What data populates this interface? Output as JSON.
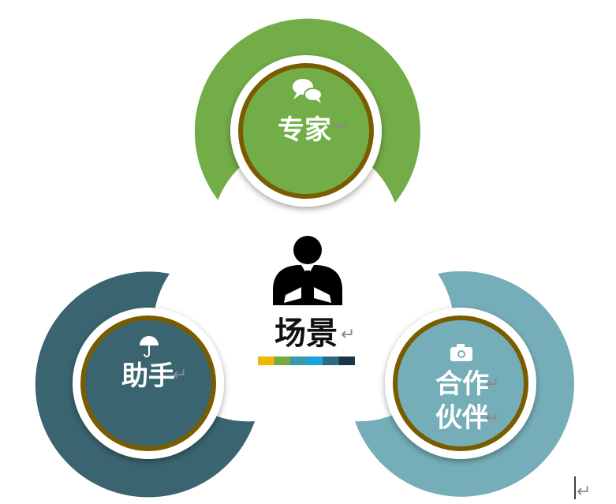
{
  "center": {
    "label": "场景",
    "icon": "businessman-icon",
    "color_bar": [
      "#f2b800",
      "#72ad3e",
      "#3a9aa8",
      "#1aa3dd",
      "#2d6b83",
      "#1c3544"
    ]
  },
  "nodes": [
    {
      "id": "expert",
      "label": "专家",
      "icon": "chat-bubbles-icon",
      "ring_color": "#72ad47",
      "inner_color": "#72ad47"
    },
    {
      "id": "assistant",
      "label": "助手",
      "icon": "umbrella-icon",
      "ring_color": "#3a6470",
      "inner_color": "#3a6470"
    },
    {
      "id": "partner",
      "label_line1": "合作",
      "label_line2": "伙伴",
      "icon": "camera-icon",
      "ring_color": "#75aeb9",
      "inner_color": "#75aeb9"
    }
  ],
  "accent": {
    "border": "#7a5c00",
    "paragraph_mark": "↵"
  }
}
